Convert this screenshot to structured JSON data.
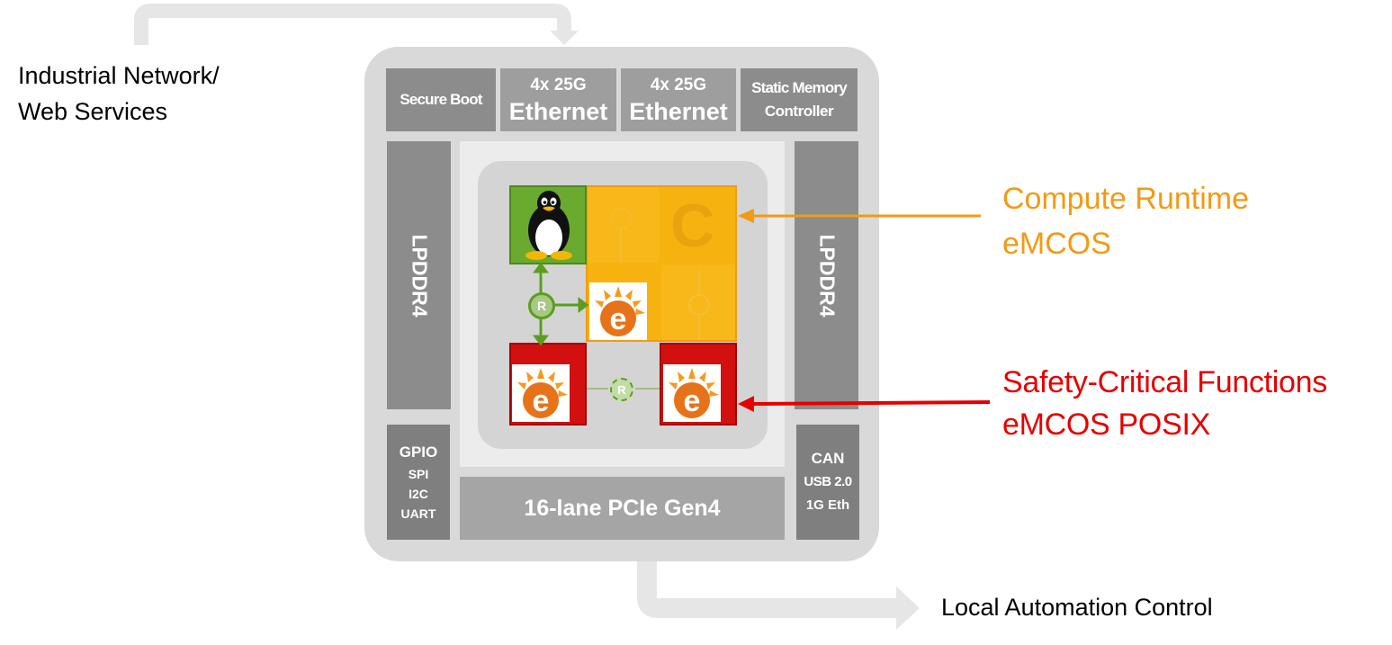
{
  "external": {
    "network_line1": "Industrial Network/",
    "network_line2": "Web Services",
    "local_control": "Local Automation Control"
  },
  "top_blocks": {
    "secure_boot": "Secure Boot",
    "eth1_speed": "4x 25G",
    "eth1_label": "Ethernet",
    "eth2_speed": "4x 25G",
    "eth2_label": "Ethernet",
    "smc_line1": "Static Memory",
    "smc_line2": "Controller"
  },
  "side_blocks": {
    "left_memory": "LPDDR4",
    "right_memory": "LPDDR4"
  },
  "bottom_blocks": {
    "left_io": [
      "GPIO",
      "SPI",
      "I2C",
      "UART"
    ],
    "pcie": "16-lane PCIe Gen4",
    "right_io": [
      "CAN",
      "USB 2.0",
      "1G Eth"
    ]
  },
  "cores": {
    "router_label": "R",
    "compute_letter": "C",
    "emcos_letter": "e"
  },
  "callouts": {
    "compute_line1": "Compute Runtime",
    "compute_line2": "eMCOS",
    "safety_line1": "Safety-Critical Functions",
    "safety_line2": "eMCOS POSIX"
  },
  "colors": {
    "chip_bg": "#d9d9d9",
    "block_gray": "#8c8c8c",
    "linux_green": "#6aaa2e",
    "compute_orange": "#f6b20f",
    "safety_red": "#d21010",
    "compute_text": "#f39a14",
    "safety_text": "#e60000"
  },
  "icons": {
    "linux": "tux-penguin-icon",
    "emcos": "emcos-logo-icon",
    "router": "router-node-icon"
  }
}
